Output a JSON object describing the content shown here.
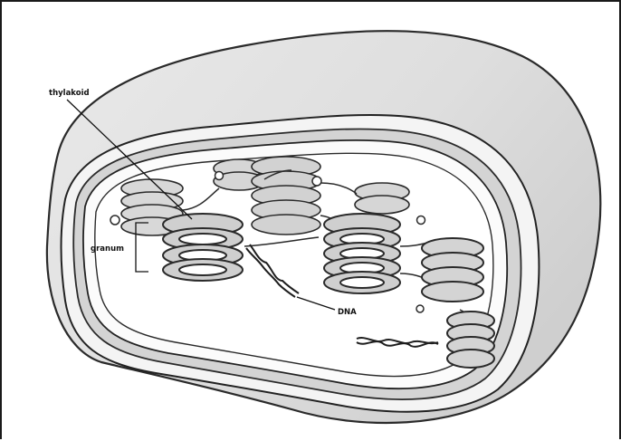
{
  "diagram": {
    "labels": {
      "thylakoid": "thylakoid",
      "granum": "granum",
      "dna": "DNA"
    }
  }
}
